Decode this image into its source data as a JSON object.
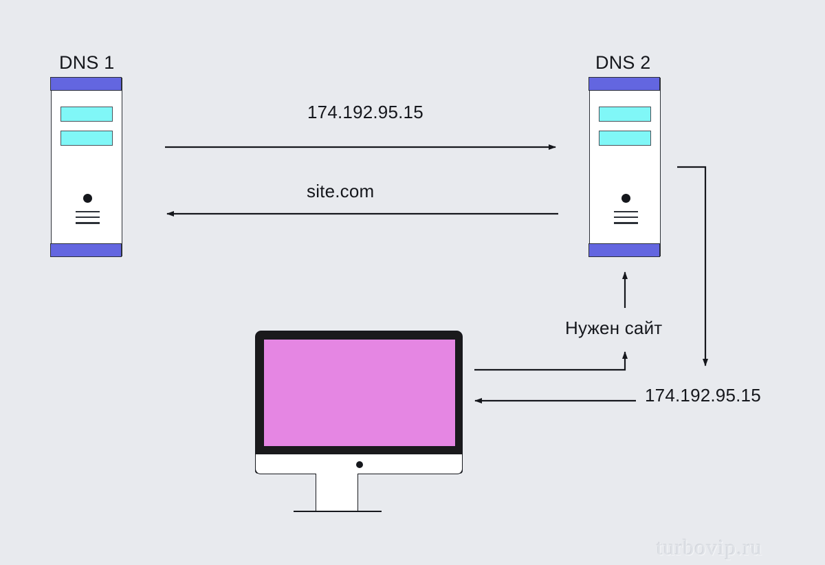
{
  "diagram": {
    "title_dns1": "DNS 1",
    "title_dns2": "DNS 2",
    "background_color": "#e8eaee",
    "nodes": [
      {
        "id": "dns1",
        "label": "DNS 1",
        "type": "server",
        "accent_color": "#6366e0",
        "slot_color": "#80f7f7",
        "body_color": "#ffffff",
        "slot_count": 2,
        "vent_lines": 3
      },
      {
        "id": "dns2",
        "label": "DNS 2",
        "type": "server",
        "accent_color": "#6366e0",
        "slot_color": "#80f7f7",
        "body_color": "#ffffff",
        "slot_count": 2,
        "vent_lines": 3
      },
      {
        "id": "client",
        "label": "",
        "type": "monitor",
        "screen_color": "#e586e3",
        "bezel_color": "#1a1a1c",
        "chin_color": "#ffffff"
      }
    ],
    "edges": [
      {
        "id": "dns1-to-dns2",
        "label": "174.192.95.15",
        "from": "dns1",
        "to": "dns2",
        "direction": "right"
      },
      {
        "id": "dns2-to-dns1",
        "label": "site.com",
        "from": "dns2",
        "to": "dns1",
        "direction": "left"
      },
      {
        "id": "client-to-dns2",
        "label": "Нужен сайт",
        "from": "client",
        "to": "dns2",
        "direction": "up"
      },
      {
        "id": "dns2-to-client",
        "label": "174.192.95.15",
        "from": "dns2",
        "to": "client",
        "direction": "down-left"
      }
    ],
    "labels": {
      "ip_top": "174.192.95.15",
      "site_com": "site.com",
      "need_site": "Нужен сайт",
      "ip_bottom": "174.192.95.15"
    },
    "watermark": "turbovip.ru"
  }
}
